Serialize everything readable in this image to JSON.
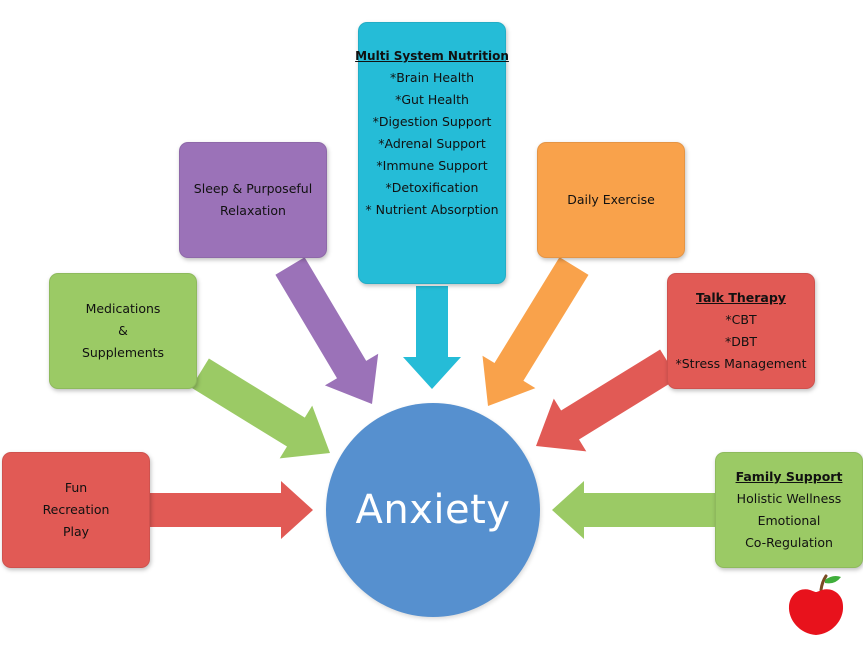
{
  "colors": {
    "red": "#e15a55",
    "green": "#9bca65",
    "purple": "#9b72b8",
    "cyan": "#25bcd7",
    "orange": "#f9a24b",
    "blue": "#5690cf",
    "apple_red": "#e8121c",
    "apple_leaf": "#3fae3a",
    "apple_stem": "#7a4a22"
  },
  "center": {
    "label": "Anxiety"
  },
  "nutrition": {
    "title": "Multi System Nutrition",
    "lines": [
      "*Brain Health",
      "*Gut Health",
      "*Digestion Support",
      "*Adrenal Support",
      "*Immune Support",
      "*Detoxification",
      "* Nutrient Absorption"
    ]
  },
  "sleep": {
    "lines": [
      "Sleep & Purposeful",
      "Relaxation"
    ]
  },
  "exercise": {
    "lines": [
      "Daily Exercise"
    ]
  },
  "meds": {
    "lines": [
      "Medications",
      "&",
      "Supplements"
    ]
  },
  "talk": {
    "title": "Talk Therapy",
    "lines": [
      "*CBT",
      "*DBT",
      "*Stress Management"
    ]
  },
  "fun": {
    "lines": [
      "Fun",
      "Recreation",
      "Play"
    ]
  },
  "family": {
    "title": "Family Support",
    "lines": [
      "Holistic Wellness",
      "Emotional",
      "Co-Regulation"
    ]
  },
  "icons": {
    "apple": "apple-icon"
  }
}
